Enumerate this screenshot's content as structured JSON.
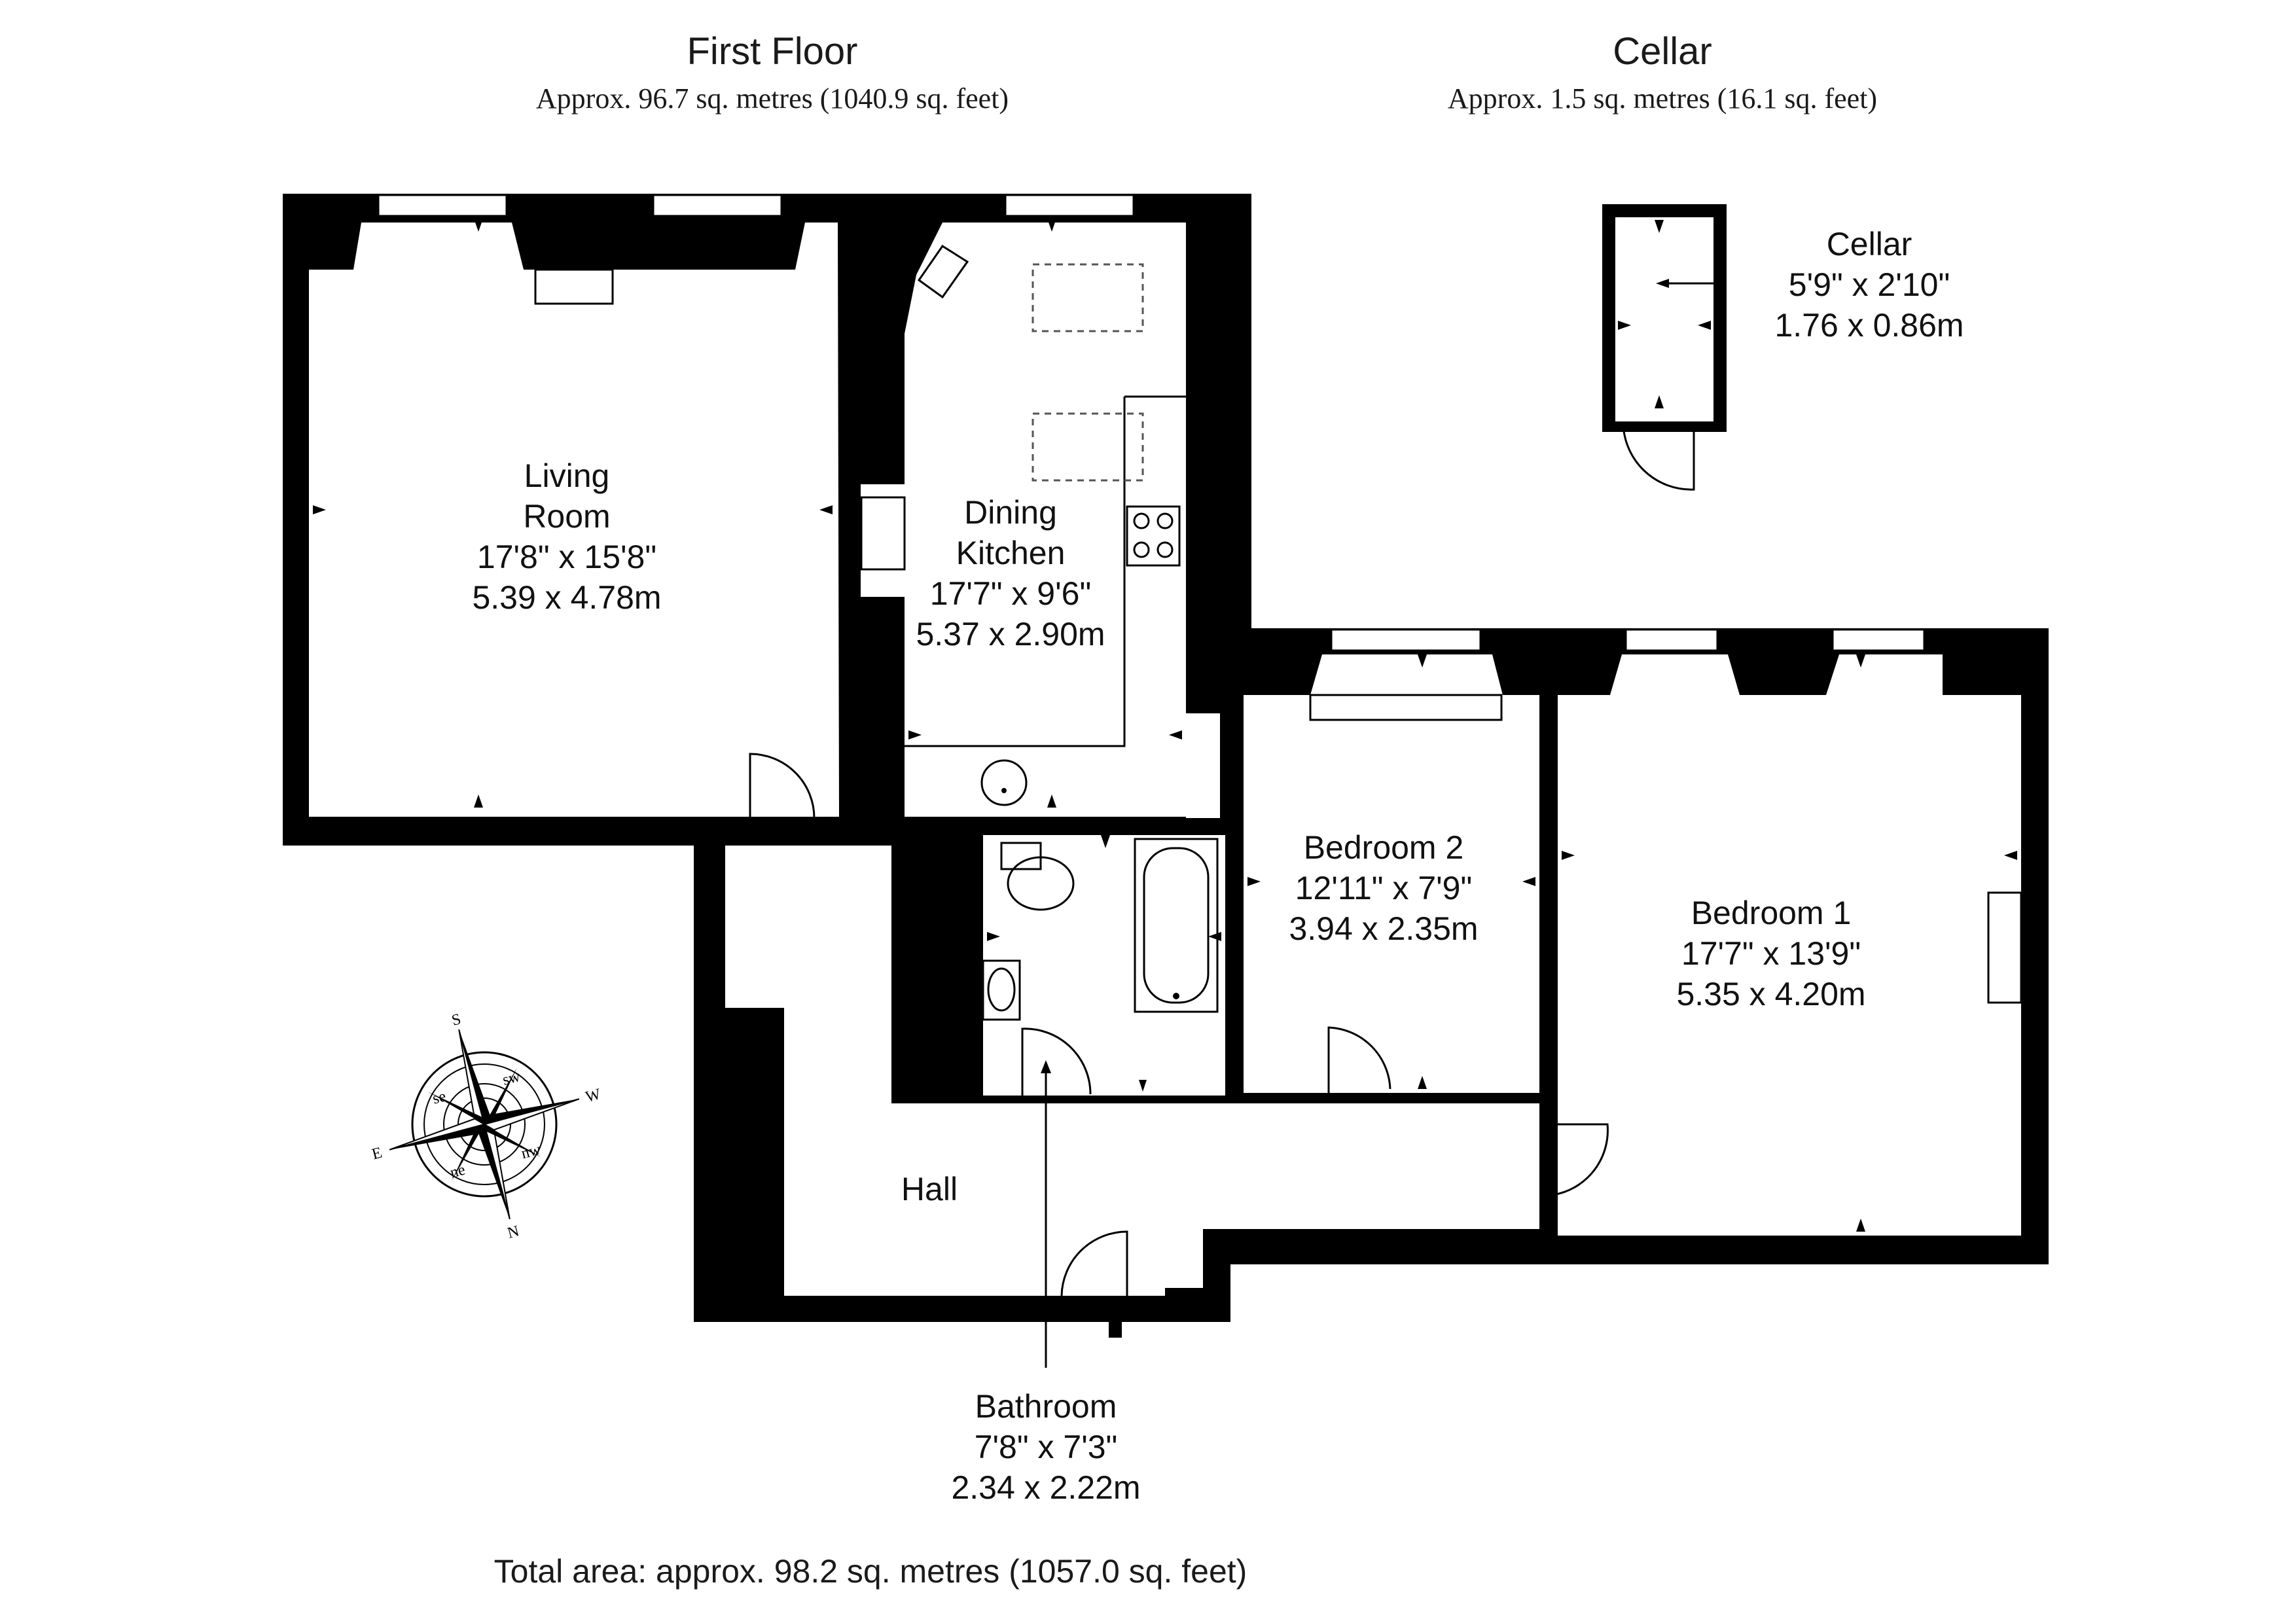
{
  "headings": {
    "first_floor": {
      "title": "First Floor",
      "area": "Approx. 96.7 sq. metres (1040.9 sq. feet)"
    },
    "cellar": {
      "title": "Cellar",
      "area": "Approx. 1.5 sq. metres (16.1 sq. feet)"
    }
  },
  "rooms": {
    "living_room": {
      "name_line1": "Living",
      "name_line2": "Room",
      "imperial": "17'8\" x 15'8\"",
      "metric": "5.39 x 4.78m"
    },
    "dining_kitchen": {
      "name_line1": "Dining",
      "name_line2": "Kitchen",
      "imperial": "17'7\" x 9'6\"",
      "metric": "5.37 x 2.90m"
    },
    "bedroom_2": {
      "name": "Bedroom 2",
      "imperial": "12'11\" x 7'9\"",
      "metric": "3.94 x 2.35m"
    },
    "bedroom_1": {
      "name": "Bedroom 1",
      "imperial": "17'7\" x 13'9\"",
      "metric": "5.35 x 4.20m"
    },
    "hall": {
      "name": "Hall"
    },
    "bathroom": {
      "name": "Bathroom",
      "imperial": "7'8\" x 7'3\"",
      "metric": "2.34 x 2.22m"
    },
    "cellar": {
      "name": "Cellar",
      "imperial": "5'9\" x 2'10\"",
      "metric": "1.76 x 0.86m"
    }
  },
  "compass": {
    "s": "S",
    "n": "N",
    "e": "E",
    "w": "W",
    "se": "se",
    "sw": "sw",
    "ne": "ne",
    "nw": "nw"
  },
  "total_area": "Total area: approx. 98.2 sq. metres (1057.0 sq. feet)"
}
